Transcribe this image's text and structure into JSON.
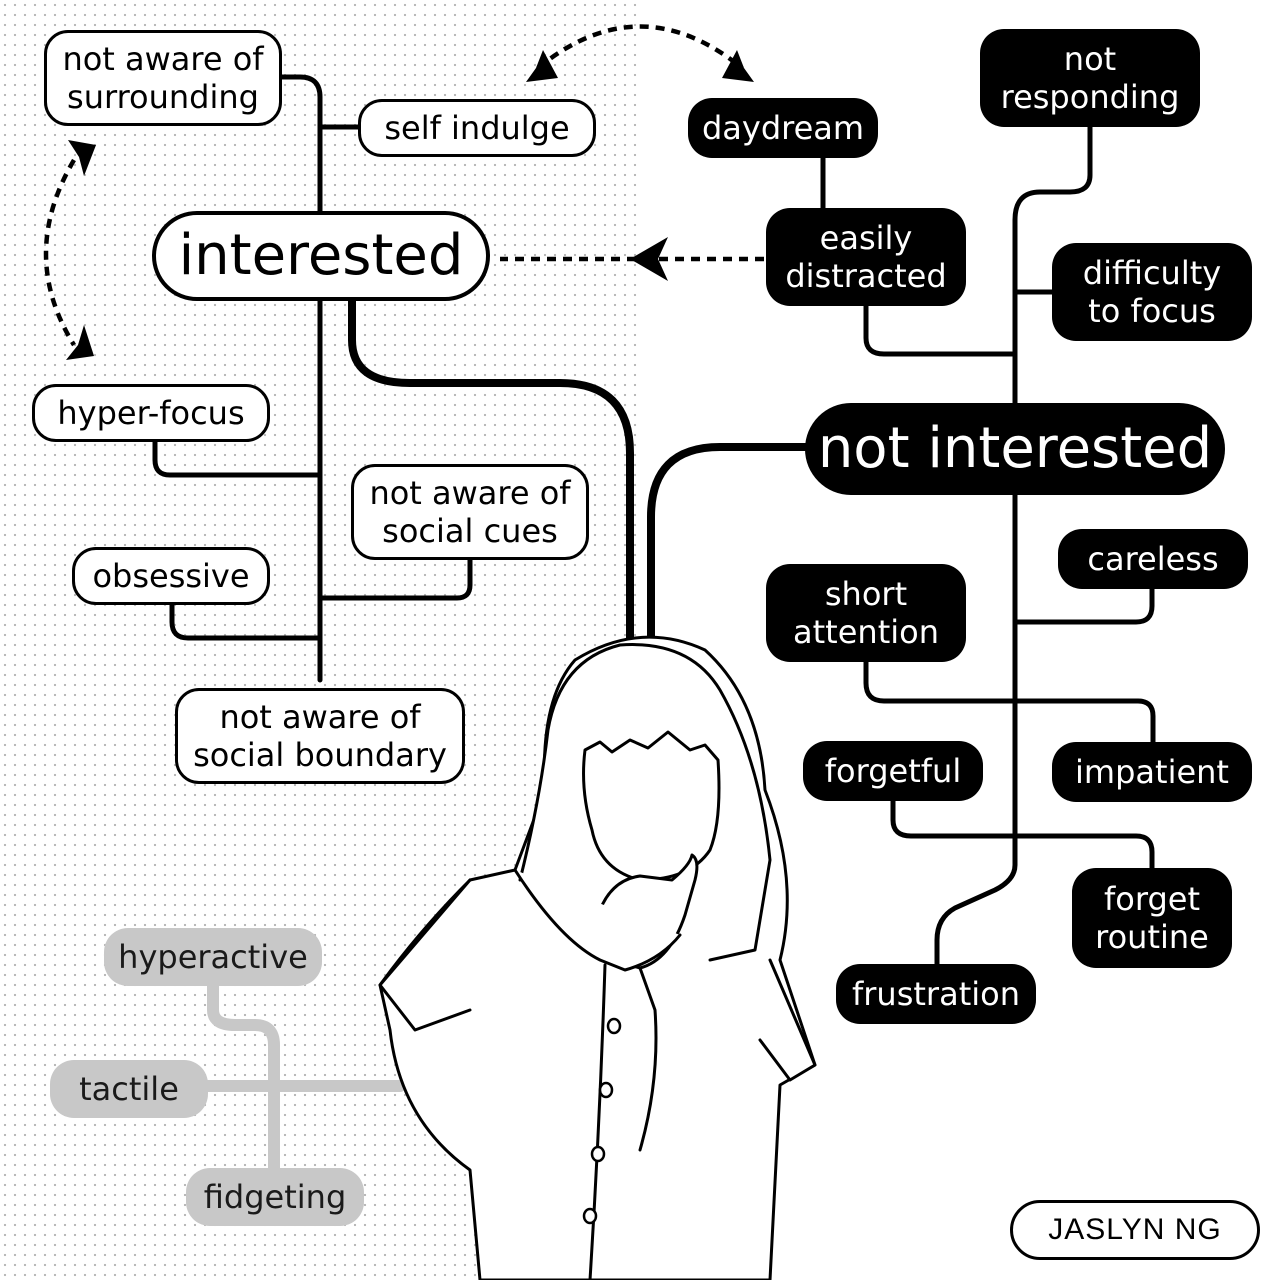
{
  "center_left": "interested",
  "center_right": "not interested",
  "left_nodes": {
    "surrounding": [
      "not aware of",
      "surrounding"
    ],
    "self_indulge": "self indulge",
    "hyper_focus": "hyper-focus",
    "social_cues": [
      "not aware of",
      "social cues"
    ],
    "obsessive": "obsessive",
    "social_boundary": [
      "not aware of",
      "social boundary"
    ]
  },
  "right_nodes": {
    "daydream": "daydream",
    "not_responding": [
      "not",
      "responding"
    ],
    "easily_distracted": [
      "easily",
      "distracted"
    ],
    "difficulty_focus": [
      "difficulty",
      "to focus"
    ],
    "careless": "careless",
    "short_attention": [
      "short",
      "attention"
    ],
    "forgetful": "forgetful",
    "impatient": "impatient",
    "forget_routine": [
      "forget",
      "routine"
    ],
    "frustration": "frustration"
  },
  "grey_nodes": {
    "hyperactive": "hyperactive",
    "tactile": "tactile",
    "fidgeting": "fidgeting"
  },
  "signature": "JASLYN NG"
}
